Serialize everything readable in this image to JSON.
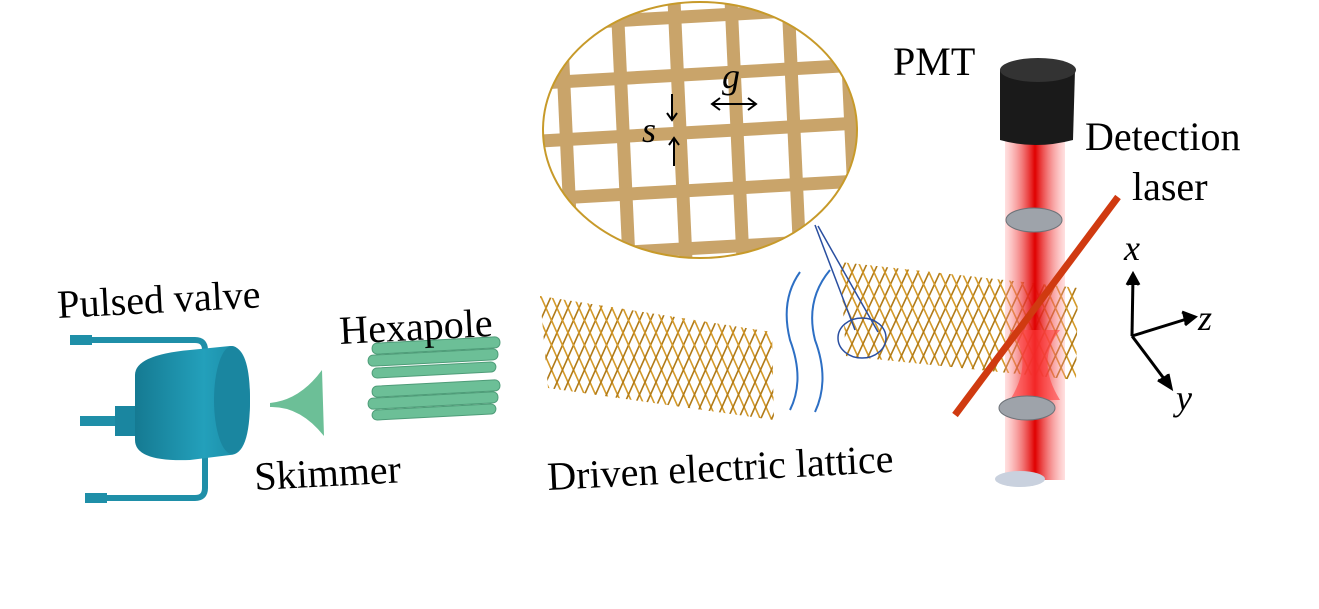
{
  "labels": {
    "pulsed_valve": "Pulsed valve",
    "skimmer": "Skimmer",
    "hexapole": "Hexapole",
    "lattice": "Driven electric lattice",
    "pmt": "PMT",
    "detection": "Detection",
    "laser": "laser",
    "gap": "g",
    "strip": "s",
    "axis_x": "x",
    "axis_y": "y",
    "axis_z": "z"
  },
  "colors": {
    "valve": "#1f8fa8",
    "hexapole": "#6cbf97",
    "lattice": "#d49a2a",
    "grid": "#c9a46a",
    "laser": "#d03a10",
    "beam": "#ff2020",
    "pmt": "#1a1a1a",
    "wave": "#2d6fc4"
  }
}
